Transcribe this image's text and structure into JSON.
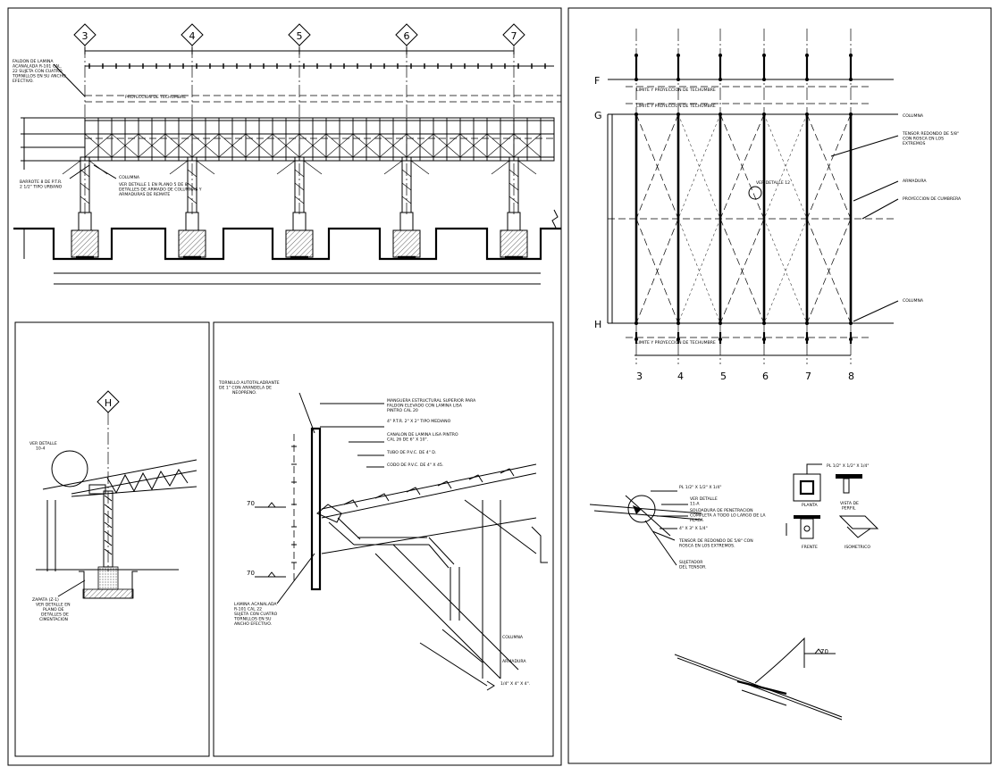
{
  "grid_axes_top": [
    "3",
    "4",
    "5",
    "6",
    "7"
  ],
  "grid_axes_plan_cols": [
    "3",
    "4",
    "5",
    "6",
    "7",
    "8"
  ],
  "grid_axes_plan_rows": [
    "F",
    "G",
    "H"
  ],
  "grid_axis_section": "H",
  "elevation": {
    "note_faldon": "FALDON DE LAMINA ACANALADA R-101 CAL. 22 SUJETA CON CUATRO TORNILLOS EN SU ANCHO EFECTIVO.",
    "note_proyeccion": "PROYECCION DE TECHUMBRE",
    "note_barandal": "BARROTE 8 DE P.T.R. 2 1/2\" TIPO URBANO",
    "note_columna": "COLUMNA",
    "note_ver_detalle": "VER DETALLE 1 EN PLANO 5 DE 8 DETALLES DE ARMADO DE COLUMNAS Y ARMADURAS DE REMATE"
  },
  "section": {
    "note_ver_detalle": "VER DETALLE 10-4",
    "note_zapata": "ZAPATA (Z-1) VER DETALLE EN PLANO DE DETALLES DE CIMENTACION"
  },
  "detail": {
    "note_tornillo": "TORNILLO AUTOTALADRANTE DE 1\" CON ARANDELA DE NEOPRENO.",
    "note_manguera": "MANGUERA ESTRUCTURAL SUPERIOR PARA FALDON ELEVADO CON LAMINA LISA PINTRO CAL 20",
    "note_ptr": "4\" P.T.R. 2\" X 2\" TIPO MEDIANO",
    "note_canalon": "CANALON DE LAMINA LISA PINTRO CAL 26 DE 6\" X 10\".",
    "note_tubo": "TUBO DE P.V.C. DE 4\" D.",
    "note_codo": "CODO DE P.V.C. DE 4\" X 45.",
    "note_lamina": "LAMINA ACANALADA R-101 CAL 22 SUJETA CON CUATRO TORNILLOS EN SU ANCHO EFECTIVO.",
    "note_columna": "COLUMNA",
    "note_armadura": "ARMADURA",
    "weld_1": "70",
    "weld_2": "70",
    "angle_note": "1/4\" X 4\" X 4\"."
  },
  "plan": {
    "note_limite_1": "LIMITE Y PROYECCION DE TECHUMBRE",
    "note_limite_2": "LIMITE Y PROYECCION DE TECHUMBRE",
    "note_limite_3": "LIMITE Y PROYECCION DE TECHUMBRE",
    "note_columna_1": "COLUMNA",
    "note_tensor": "TENSOR REDONDO DE 5/8\" CON ROSCA EN LOS EXTREMOS",
    "note_armadura": "ARMADURA",
    "note_proyeccion": "PROYECCION DE CUMBRERA",
    "note_columna_2": "COLUMNA",
    "note_ver_detalle": "VER DETALLE 12"
  },
  "detail12": {
    "note_pl1": "PL 1/2\" X 1/2\" X 1/4\"",
    "note_ver_detalle": "VER DETALLE 11-A",
    "note_soldadura": "SOLDADURA DE PENETRACION COMPLETA A TODO LO LARGO DE LA PLACA",
    "note_angulo": "4\" X 3\" X 1/4\"",
    "note_tensor": "TENSOR DE REDONDO DE 5/8\" CON ROSCA EN LOS EXTREMOS.",
    "note_sujetador": "SUJETADOR DEL TENSOR.",
    "note_pl2": "PL 1/2\" X 1/2\" X 1/4\"",
    "label_planta": "PLANTA",
    "label_vista": "VISTA DE PERFIL",
    "label_frente": "FRENTE",
    "label_isometrico": "ISOMETRICO",
    "weld": "70"
  }
}
